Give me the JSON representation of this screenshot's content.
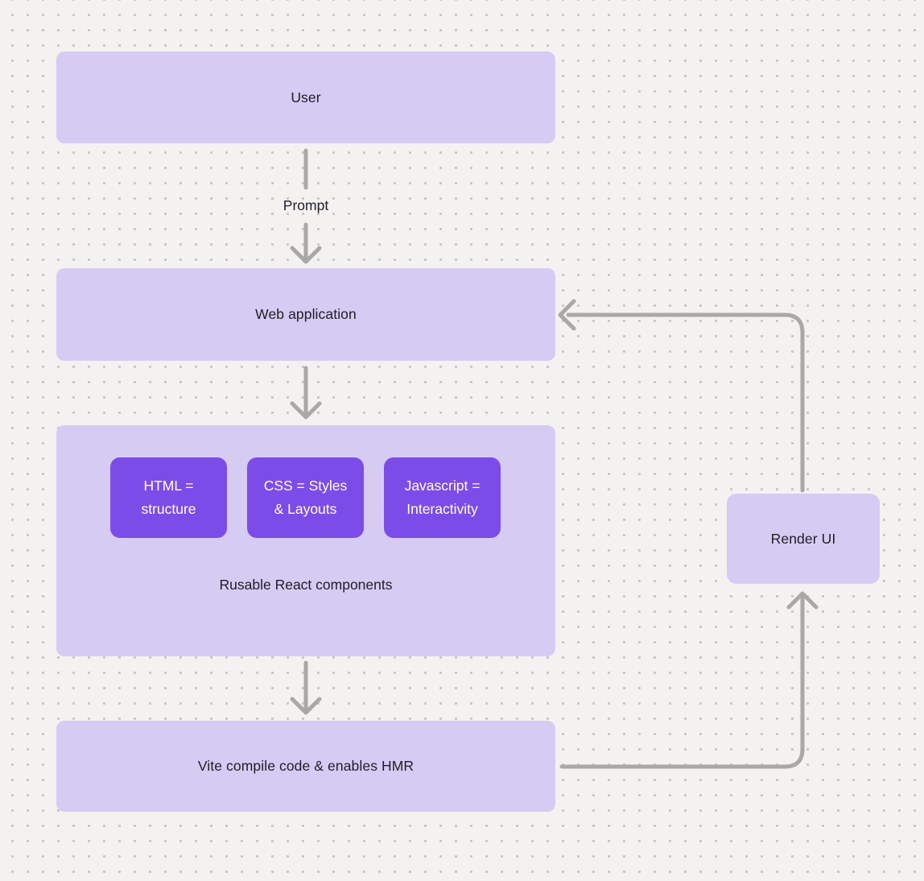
{
  "diagram": {
    "background_color": "#f3f2f1",
    "dot_color": "#c5c4c2",
    "arrow_color": "#a9a8a6",
    "node_fill_light": "#d6cbf3",
    "node_fill_accent": "#7c4ce8",
    "text_color_dark": "#1f1d26",
    "text_color_light": "#ffffff",
    "nodes": {
      "user": {
        "label": "User"
      },
      "web_application": {
        "label": "Web application"
      },
      "components": {
        "caption": "Rusable React components",
        "children": [
          {
            "line1": "HTML =",
            "line2": "structure"
          },
          {
            "line1": "CSS = Styles",
            "line2": "& Layouts"
          },
          {
            "line1": "Javascript =",
            "line2": "Interactivity"
          }
        ]
      },
      "vite": {
        "label": "Vite compile code & enables HMR"
      },
      "render_ui": {
        "label": "Render UI"
      }
    },
    "edge_labels": {
      "prompt": "Prompt"
    }
  }
}
